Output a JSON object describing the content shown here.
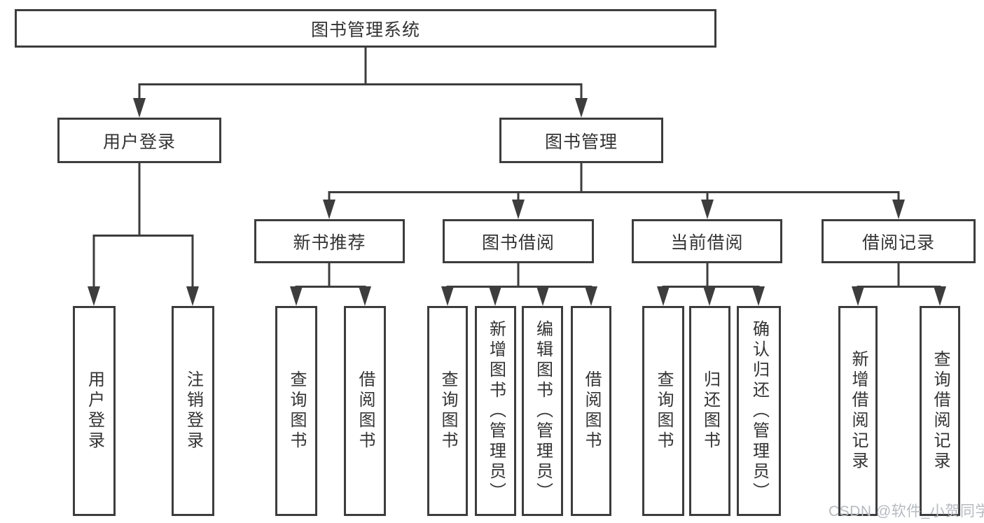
{
  "diagram_type": "hierarchy-tree",
  "tree": {
    "label": "图书管理系统",
    "children": [
      {
        "label": "用户登录",
        "children": [
          {
            "label": "用户登录"
          },
          {
            "label": "注销登录"
          }
        ]
      },
      {
        "label": "图书管理",
        "children": [
          {
            "label": "新书推荐",
            "children": [
              {
                "label": "查询图书"
              },
              {
                "label": "借阅图书"
              }
            ]
          },
          {
            "label": "图书借阅",
            "children": [
              {
                "label": "查询图书"
              },
              {
                "label": "新增图书（管理员）"
              },
              {
                "label": "编辑图书（管理员）"
              },
              {
                "label": "借阅图书"
              }
            ]
          },
          {
            "label": "当前借阅",
            "children": [
              {
                "label": "查询图书"
              },
              {
                "label": "归还图书"
              },
              {
                "label": "确认归还（管理员）"
              }
            ]
          },
          {
            "label": "借阅记录",
            "children": [
              {
                "label": "新增借阅记录"
              },
              {
                "label": "查询借阅记录"
              }
            ]
          }
        ]
      }
    ]
  },
  "watermark": "CSDN @软件_小贺同学",
  "colors": {
    "line": "#3d3d3d",
    "text": "#333333",
    "background": "#ffffff",
    "watermark": "#b6bac1"
  }
}
